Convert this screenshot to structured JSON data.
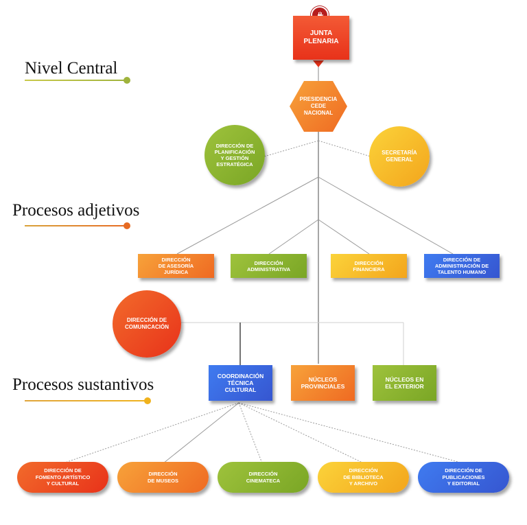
{
  "sections": {
    "nivel_central": "Nivel Central",
    "procesos_adjetivos": "Procesos adjetivos",
    "procesos_sustantivos": "Procesos sustantivos"
  },
  "logo": {
    "icon": "hand-icon"
  },
  "nodes": {
    "junta_plenaria": "JUNTA\nPLENARIA",
    "presidencia": "PRESIDENCIA\nCEDE\nNACIONAL",
    "planificacion": "DIRECCIÓN DE\nPLANIFICACIÓN\nY GESTIÓN\nESTRATÉGICA",
    "secretaria": "SECRETARÍA\nGENERAL",
    "asesoria": "DIRECCIÓN\nDE ASESORÍA\nJURÍDICA",
    "administrativa": "DIRECCIÓN\nADMINISTRATIVA",
    "financiera": "DIRECCIÓN\nFINANCIERA",
    "talento": "DIRECCIÓN DE\nADMINISTRACIÓN DE\nTALENTO HUMANO",
    "comunicacion": "DIRECCIÓN DE\nCOMUNICACIÓN",
    "coordinacion": "COORDINACIÓN\nTÉCNICA\nCULTURAL",
    "provinciales": "NÚCLEOS\nPROVINCIALES",
    "exterior": "NÚCLEOS EN\nEL EXTERIOR",
    "fomento": "DIRECCIÓN DE\nFOMENTO ARTÍSTICO\nY CULTURAL",
    "museos": "DIRECCIÓN\nDE MUSEOS",
    "cinemateca": "DIRECCIÓN\nCINEMATECA",
    "biblioteca": "DIRECCIÓN\nDE BIBLIOTECA\nY ARCHIVO",
    "publicaciones": "DIRECCIÓN DE\nPUBLICACIONES\nY EDITORIAL"
  },
  "colors": {
    "red": "#e8321a",
    "orange": "#ef6a22",
    "green": "#7aa625",
    "yellow": "#f3a51c",
    "blue": "#3656d0",
    "line": "#9a9a9a"
  }
}
